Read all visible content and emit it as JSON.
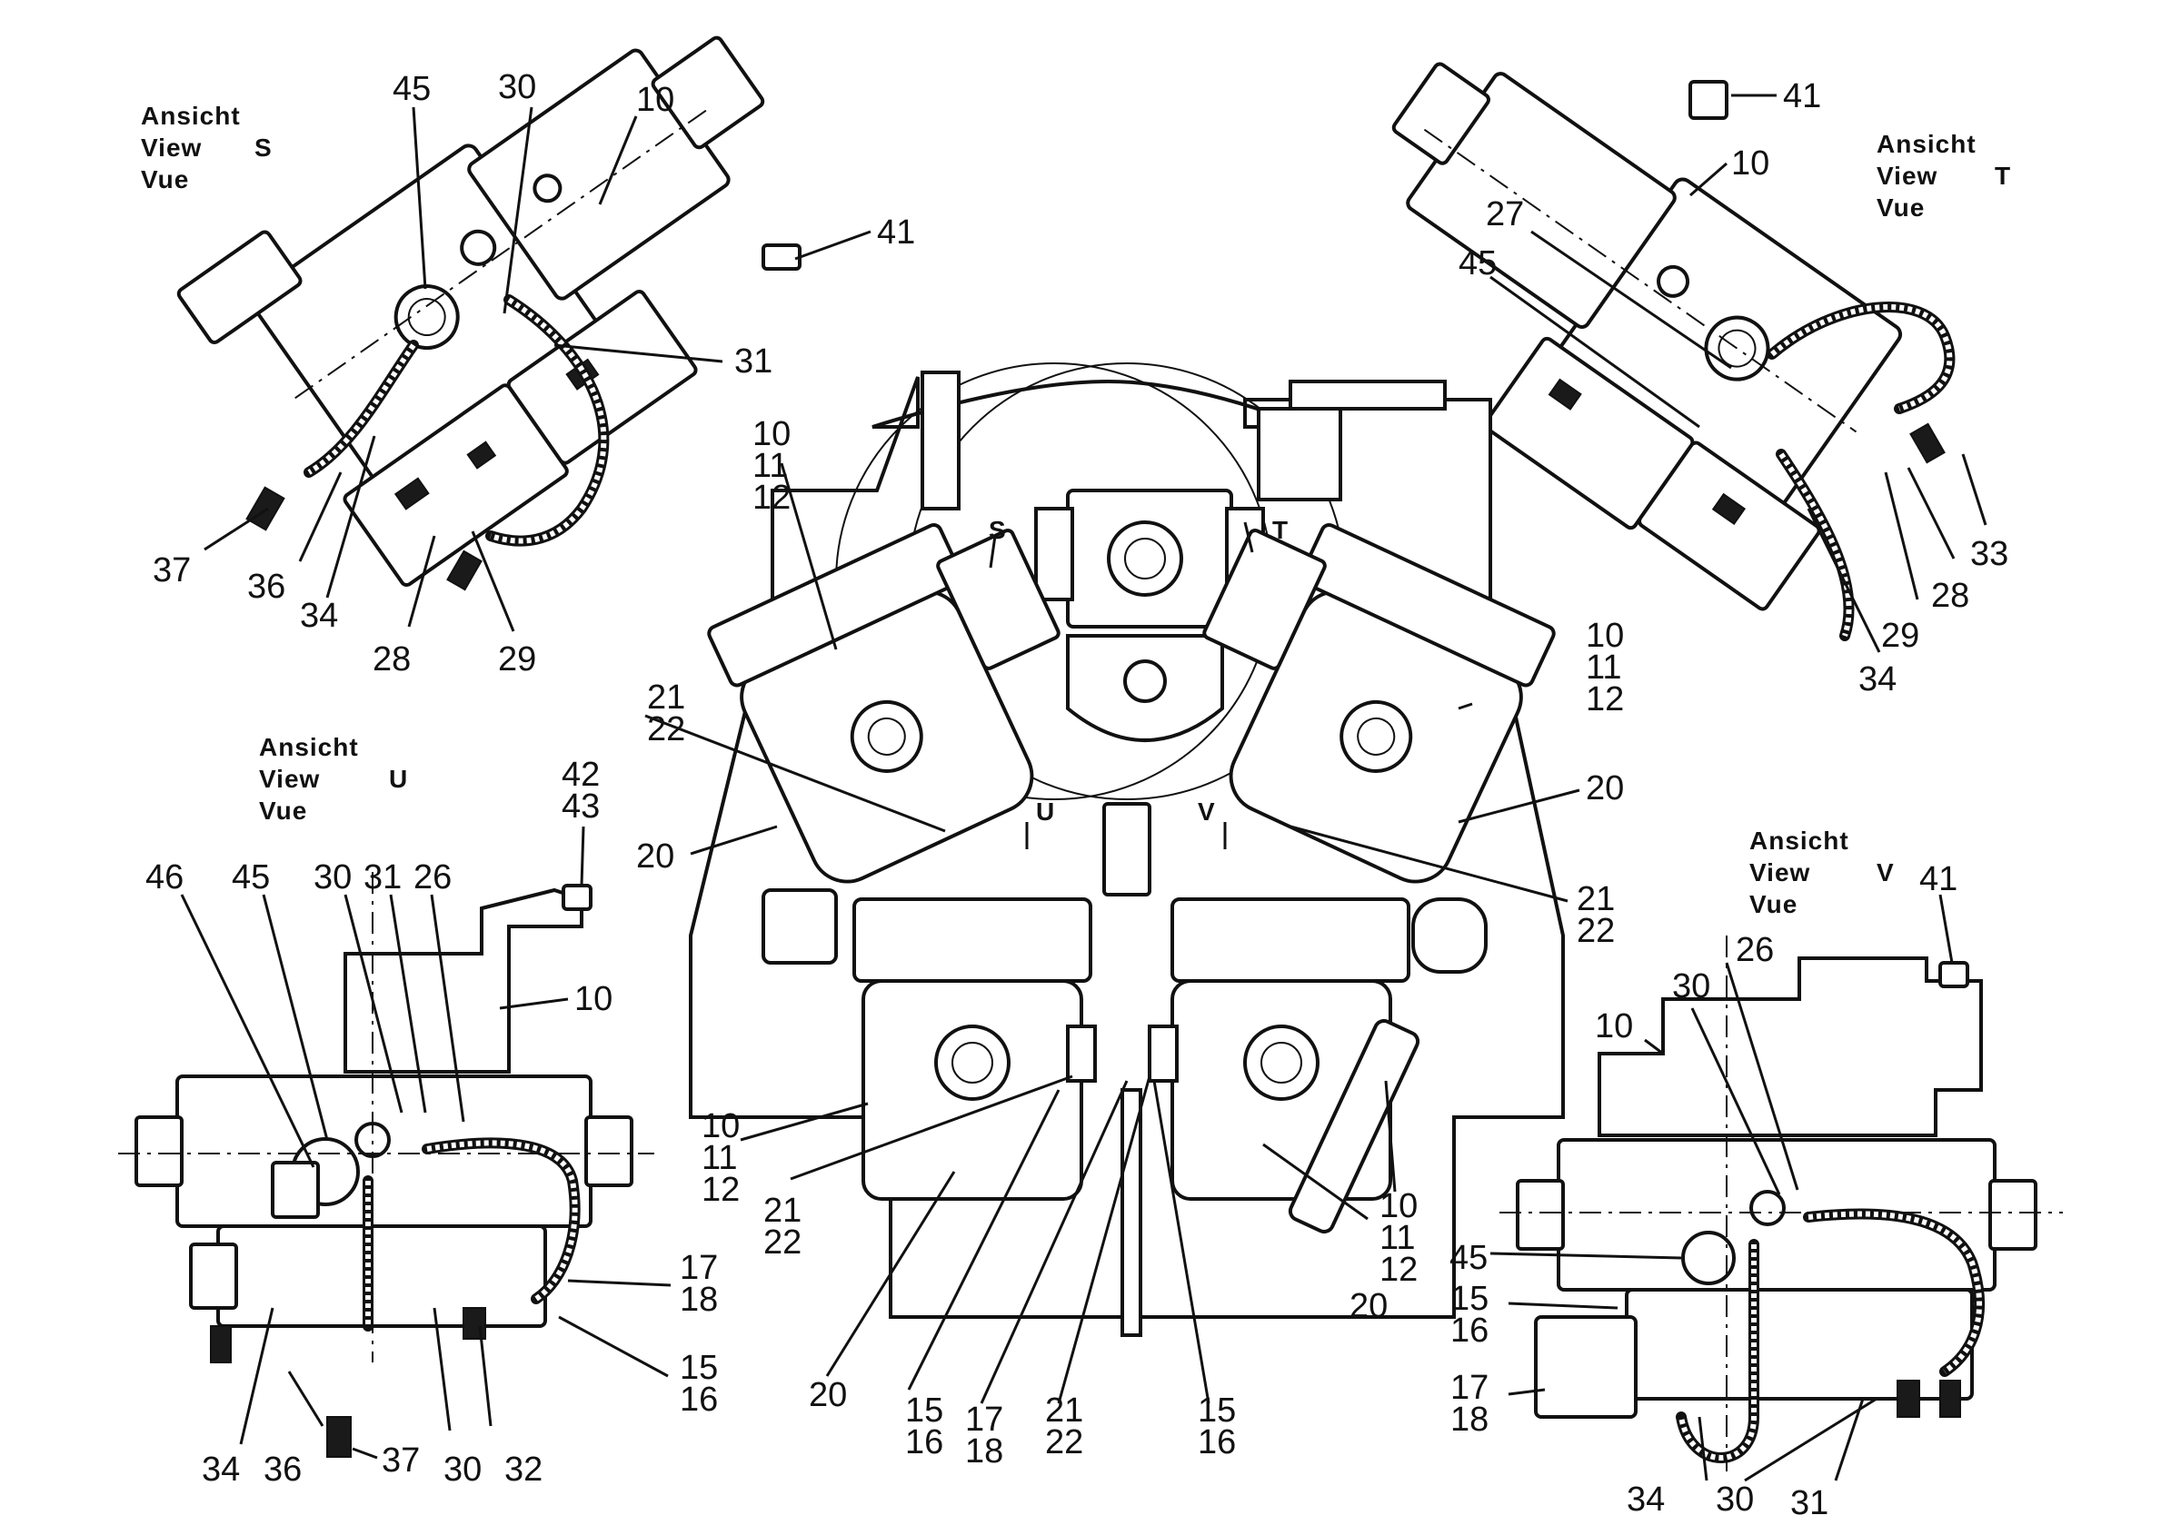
{
  "views": {
    "s": {
      "word_de": "Ansicht",
      "word_en": "View",
      "word_fr": "Vue",
      "letter": "S"
    },
    "t": {
      "word_de": "Ansicht",
      "word_en": "View",
      "word_fr": "Vue",
      "letter": "T"
    },
    "u": {
      "word_de": "Ansicht",
      "word_en": "View",
      "word_fr": "Vue",
      "letter": "U"
    },
    "v": {
      "word_de": "Ansicht",
      "word_en": "View",
      "word_fr": "Vue",
      "letter": "V"
    }
  },
  "center_arrows": {
    "s": "S",
    "t": "T",
    "u": "U",
    "v": "V"
  },
  "labels": {
    "s_45": "45",
    "s_30": "30",
    "s_10": "10",
    "s_41": "41",
    "s_31": "31",
    "s_37": "37",
    "s_36": "36",
    "s_34": "34",
    "s_28": "28",
    "s_29": "29",
    "t_41": "41",
    "t_10": "10",
    "t_27": "27",
    "t_45": "45",
    "t_33": "33",
    "t_28": "28",
    "t_29": "29",
    "t_34": "34",
    "c_l_10": "10",
    "c_l_11": "11",
    "c_l_12": "12",
    "c_l_21": "21",
    "c_l_22": "22",
    "c_l_20": "20",
    "c_r_10": "10",
    "c_r_11": "11",
    "c_r_12": "12",
    "c_r_20": "20",
    "c_r_21": "21",
    "c_r_22": "22",
    "c_bl_10": "10",
    "c_bl_11": "11",
    "c_bl_12": "12",
    "c_bl_21": "21",
    "c_bl_22": "22",
    "c_bl_20": "20",
    "c_b_15": "15",
    "c_b_16": "16",
    "c_b_17": "17",
    "c_b_18": "18",
    "c_b_21": "21",
    "c_b_22": "22",
    "c_b_15b": "15",
    "c_b_16b": "16",
    "c_br_10": "10",
    "c_br_11": "11",
    "c_br_12": "12",
    "c_br_20": "20",
    "u_42": "42",
    "u_43": "43",
    "u_46": "46",
    "u_45": "45",
    "u_30": "30",
    "u_31": "31",
    "u_26": "26",
    "u_10": "10",
    "u_17": "17",
    "u_18": "18",
    "u_15": "15",
    "u_16": "16",
    "u_34": "34",
    "u_36": "36",
    "u_37": "37",
    "u_30b": "30",
    "u_32": "32",
    "v_41": "41",
    "v_26": "26",
    "v_30": "30",
    "v_10": "10",
    "v_45": "45",
    "v_15": "15",
    "v_16": "16",
    "v_17": "17",
    "v_18": "18",
    "v_34": "34",
    "v_30b": "30",
    "v_31": "31"
  }
}
